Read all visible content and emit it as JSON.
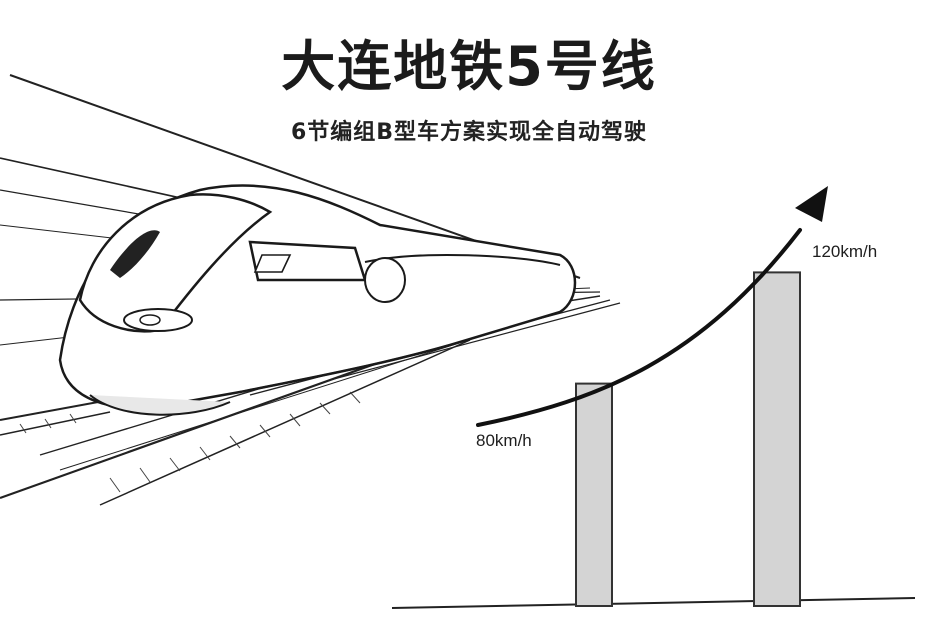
{
  "header": {
    "title": "大连地铁5号线",
    "subtitle": "6节编组B型车方案实现全自动驾驶"
  },
  "chart_data": {
    "type": "bar",
    "categories": [
      "",
      ""
    ],
    "values": [
      80,
      120
    ],
    "data_labels": [
      "80km/h",
      "120km/h"
    ],
    "trend_arrow": "up",
    "colors": {
      "bar": "#d4d4d4",
      "outline": "#333333"
    }
  },
  "illustration": {
    "subject": "high-speed-train",
    "style": "line-drawing"
  }
}
